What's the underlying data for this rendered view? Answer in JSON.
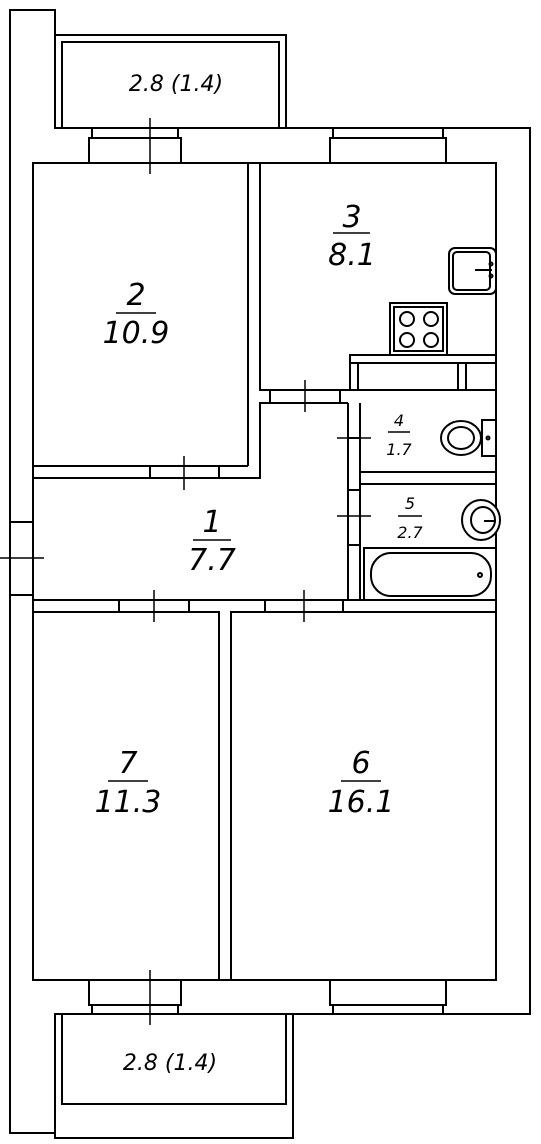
{
  "rooms": [
    {
      "number": "1",
      "area": "7.7"
    },
    {
      "number": "2",
      "area": "10.9"
    },
    {
      "number": "3",
      "area": "8.1"
    },
    {
      "number": "4",
      "area": "1.7"
    },
    {
      "number": "5",
      "area": "2.7"
    },
    {
      "number": "6",
      "area": "16.1"
    },
    {
      "number": "7",
      "area": "11.3"
    }
  ],
  "balconies": [
    {
      "area": "2.8 (1.4)"
    },
    {
      "area": "2.8 (1.4)"
    }
  ]
}
